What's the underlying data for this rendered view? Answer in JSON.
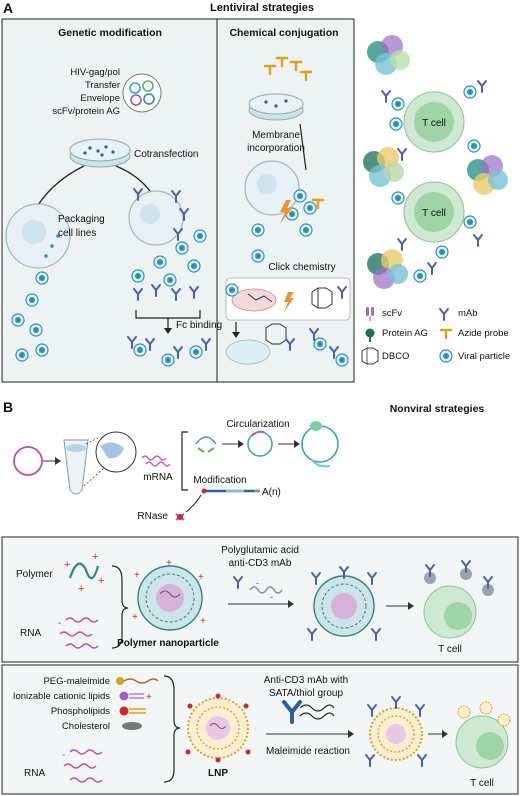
{
  "panel_a": {
    "letter": "A",
    "title": "Lentiviral strategies",
    "genetic": {
      "title": "Genetic modification",
      "plasmids": [
        "HIV-gag/pol",
        "Transfer",
        "Envelope",
        "scFv/protein AG"
      ],
      "cotransfection": "Cotransfection",
      "packaging": [
        "Packaging",
        "cell lines"
      ],
      "fc_binding": "Fc binding"
    },
    "chemical": {
      "title": "Chemical conjugation",
      "membrane": [
        "Membrane",
        "incorporation"
      ],
      "click": "Click chemistry"
    },
    "tcells": [
      "T cell",
      "T cell"
    ],
    "legend": [
      {
        "label": "scFv",
        "icon": "scfv-icon"
      },
      {
        "label": "mAb",
        "icon": "mab-icon"
      },
      {
        "label": "Protein AG",
        "icon": "protein-ag-icon"
      },
      {
        "label": "Azide probe",
        "icon": "azide-probe-icon"
      },
      {
        "label": "DBCO",
        "icon": "dbco-icon"
      },
      {
        "label": "Viral particle",
        "icon": "viral-particle-icon"
      }
    ]
  },
  "panel_b": {
    "letter": "B",
    "title": "Nonviral strategies",
    "mrna_row": {
      "mrna": "mRNA",
      "circularization": "Circularization",
      "modification": "Modification",
      "polya": "A(n)",
      "rnase": "RNase"
    },
    "polymer_row": {
      "polymer": "Polymer",
      "rna": "RNA",
      "nanoparticle": "Polymer nanoparticle",
      "reagents": [
        "Polyglutamic acid",
        "anti-CD3 mAb"
      ],
      "tcell": "T cell"
    },
    "lnp_row": {
      "components": [
        "PEG-maleimide",
        "Ionizable cationic lipids",
        "Phospholipids",
        "Cholesterol"
      ],
      "rna": "RNA",
      "lnp": "LNP",
      "reagents": [
        "Anti-CD3 mAb with",
        "SATA/thiol group"
      ],
      "reaction": "Maleimide reaction",
      "tcell": "T cell"
    }
  },
  "colors": {
    "panel_bg": "#edf2f3",
    "cell_fill": "#e6f0f5",
    "tcell_outer": "#cfe8d2",
    "tcell_inner": "#9fd3a8",
    "viral": "#2f8fb8",
    "mab": "#4a5fb0",
    "probe": "#d9a21a",
    "rna": "#c24fa6",
    "polymer_red": "#d62728"
  }
}
